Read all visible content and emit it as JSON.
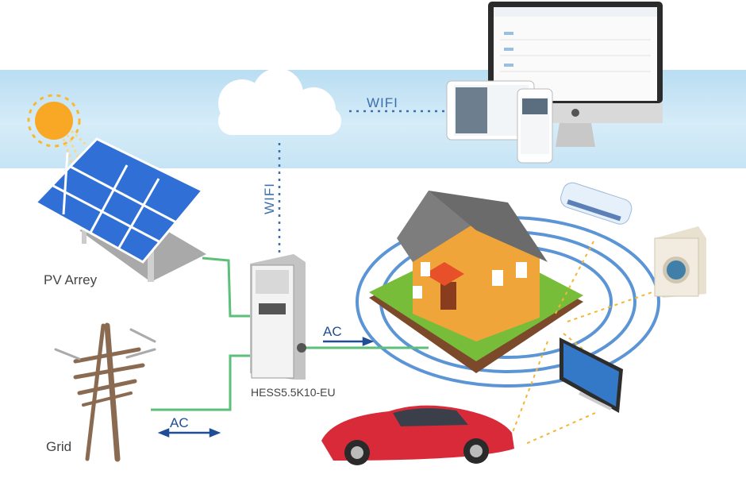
{
  "labels": {
    "pv": "PV Arrey",
    "grid": "Grid",
    "inverter": "HESS5.5K10-EU",
    "wifi_horizontal": "WIFI",
    "wifi_vertical": "WIFI",
    "ac_house": "AC",
    "ac_grid": "AC"
  },
  "colors": {
    "sky": "#c6e4f5",
    "cable": "#5cbf7a",
    "ac_arrow": "#1f4e96",
    "wifi": "#3d6fae",
    "wave": "#5b95d6",
    "power_dash": "#f2b632"
  }
}
